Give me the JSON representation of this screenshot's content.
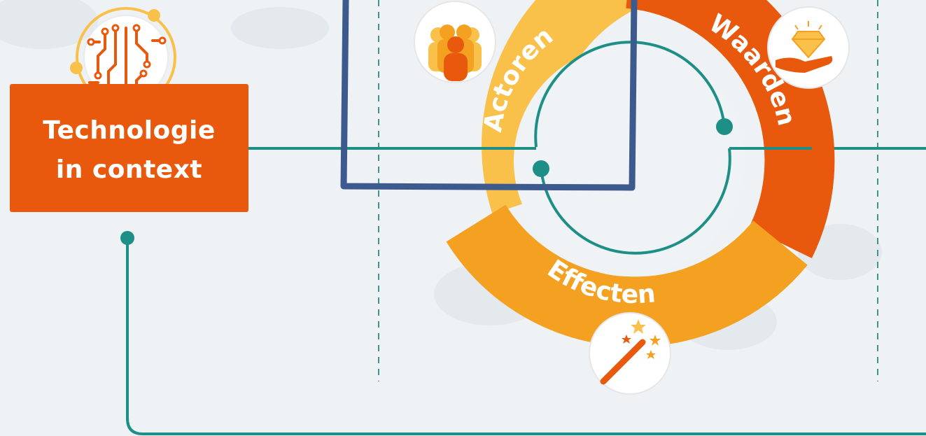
{
  "technology_box": {
    "line1": "Technologie",
    "line2": "in context"
  },
  "ring": {
    "segments": [
      {
        "label": "Actoren",
        "color": "#f9c04a",
        "icon": "people-group-icon"
      },
      {
        "label": "Waarden",
        "color": "#e8590d",
        "icon": "diamond-hand-icon"
      },
      {
        "label": "Effecten",
        "color": "#f4a020",
        "icon": "magic-wand-icon"
      }
    ]
  },
  "colors": {
    "background": "#eef2f5",
    "connector": "#1e8f86",
    "highlight_frame": "#3d5a8e",
    "orange": "#e8590d",
    "yellow": "#f9c04a",
    "amber": "#f4a020"
  },
  "icons": {
    "technology": "circuit-icon"
  }
}
